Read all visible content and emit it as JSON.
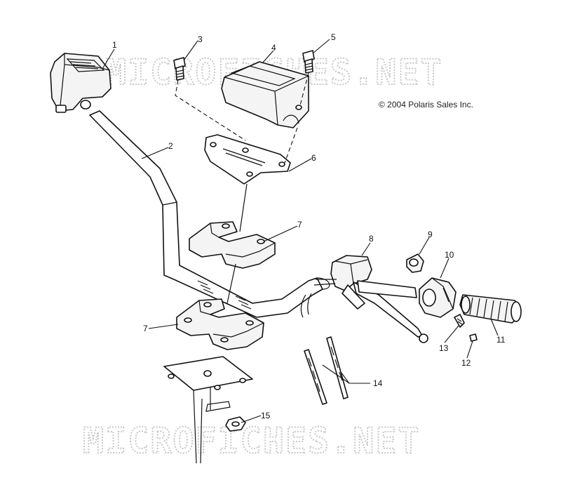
{
  "copyright": "© 2004 Polaris Sales Inc.",
  "watermark": "MICROFICHES.NET",
  "callouts": [
    "1",
    "2",
    "3",
    "4",
    "5",
    "6",
    "7",
    "7",
    "8",
    "9",
    "10",
    "11",
    "12",
    "13",
    "14",
    "15"
  ],
  "colors": {
    "line": "#111111",
    "watermark": "#c8c8c8",
    "background": "#ffffff"
  }
}
